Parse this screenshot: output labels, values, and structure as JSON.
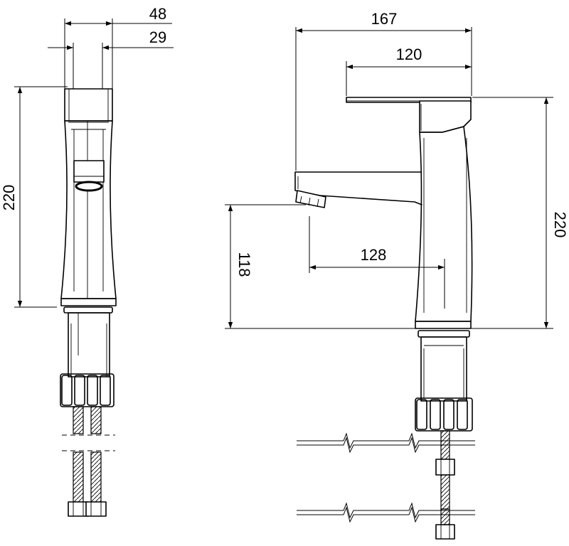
{
  "drawing": {
    "front_view": {
      "dims": {
        "overall_width": "48",
        "body_width": "29",
        "height": "220"
      }
    },
    "side_view": {
      "dims": {
        "overall_depth": "167",
        "handle_length": "120",
        "height": "220",
        "spout_height": "118",
        "spout_reach": "128"
      }
    }
  }
}
